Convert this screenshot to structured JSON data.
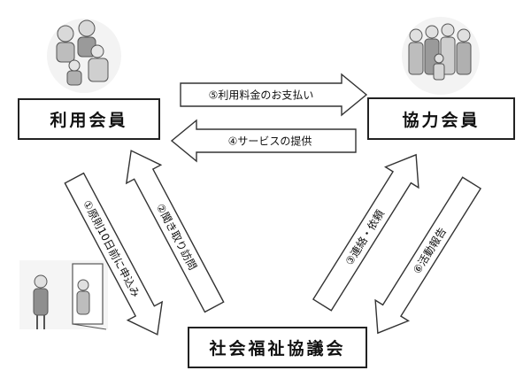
{
  "nodes": {
    "user_member": "利用会員",
    "helper_member": "協力会員",
    "council": "社会福祉協議会"
  },
  "arrows": {
    "a1": "①原則10日前に申込み",
    "a2": "②聞き取り訪問",
    "a3": "③連絡・依頼",
    "a4": "④サービスの提供",
    "a5": "⑤利用料金のお支払い",
    "a6": "⑥活動報告"
  },
  "colors": {
    "line": "#333333",
    "box_border": "#222222",
    "illustration_gray": "#9a9a9a"
  }
}
